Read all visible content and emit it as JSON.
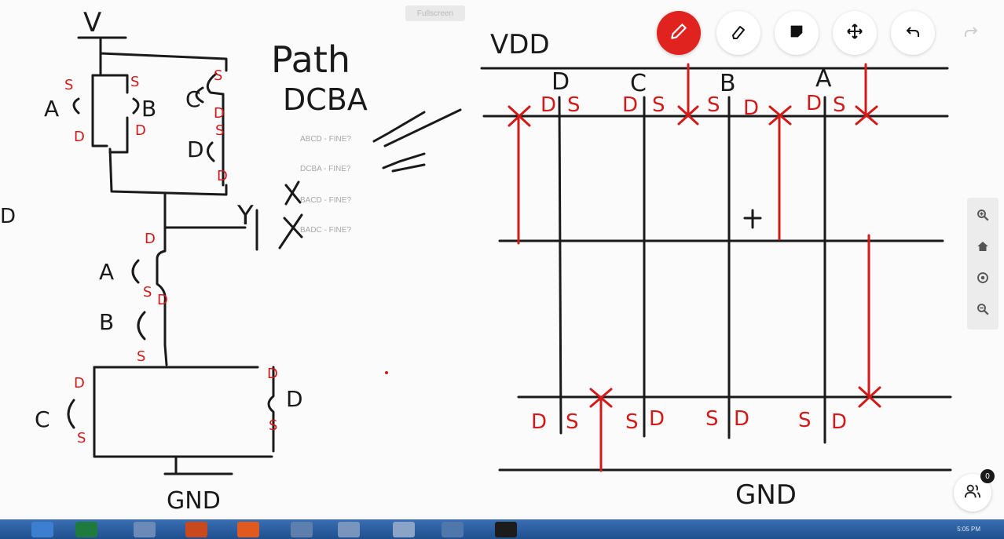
{
  "app": {
    "fullscreen_label": "Fullscreen"
  },
  "toolbar": {
    "tools": [
      {
        "name": "pen",
        "icon": "pencil-icon",
        "active": true
      },
      {
        "name": "eraser",
        "icon": "eraser-icon",
        "active": false
      },
      {
        "name": "sticky-note",
        "icon": "sticky-note-icon",
        "active": false
      },
      {
        "name": "move",
        "icon": "move-icon",
        "active": false
      },
      {
        "name": "undo",
        "icon": "undo-icon",
        "active": false
      },
      {
        "name": "redo",
        "icon": "redo-icon",
        "active": false,
        "disabled": true
      }
    ],
    "accent": "#e0231f"
  },
  "zoom_controls": [
    {
      "name": "zoom-in",
      "icon": "zoom-in-icon"
    },
    {
      "name": "home",
      "icon": "home-icon"
    },
    {
      "name": "recenter",
      "icon": "target-icon"
    },
    {
      "name": "zoom-out",
      "icon": "zoom-out-icon"
    }
  ],
  "participants": {
    "icon": "participants-icon",
    "count": "0"
  },
  "board": {
    "ink_black": "#1a1a1a",
    "ink_red": "#d21a1a",
    "left": {
      "top_rail": "V",
      "ground": "GND",
      "output": "Y",
      "edge_fragment": "D",
      "path_title": "Path",
      "path_order": "DCBA",
      "pullup": {
        "gate_a": "A",
        "gate_b": "B",
        "gate_c": "C",
        "gate_d": "D",
        "a_source": "S",
        "a_drain": "D",
        "b_source": "S",
        "b_drain": "D",
        "c_source": "S",
        "c_drain": "D",
        "d_source": "S",
        "d_drain": "D"
      },
      "pulldown": {
        "gate_a": "A",
        "gate_b": "B",
        "gate_c": "C",
        "gate_d": "D",
        "a_drain": "D",
        "a_source": "S",
        "b_drain": "D",
        "b_source": "S",
        "c_drain": "D",
        "c_source": "S",
        "d_drain": "D",
        "d_source": "S"
      },
      "questions": [
        {
          "text": "ABCD - FINE?",
          "mark": "check"
        },
        {
          "text": "DCBA - FINE?",
          "mark": "check"
        },
        {
          "text": "BACD - FINE?",
          "mark": "cross"
        },
        {
          "text": "BADC - FINE?",
          "mark": "cross"
        }
      ]
    },
    "right": {
      "vdd": "VDD",
      "gnd": "GND",
      "gate_labels": [
        "D",
        "C",
        "B",
        "A"
      ],
      "top_diffusion_labels": [
        "D",
        "S",
        "D",
        "S",
        "S",
        "D",
        "D",
        "S"
      ],
      "bottom_diffusion_labels": [
        "D",
        "S",
        "S",
        "D",
        "S",
        "D",
        "S",
        "D"
      ]
    }
  },
  "taskbar": {
    "time": "5:05 PM"
  }
}
